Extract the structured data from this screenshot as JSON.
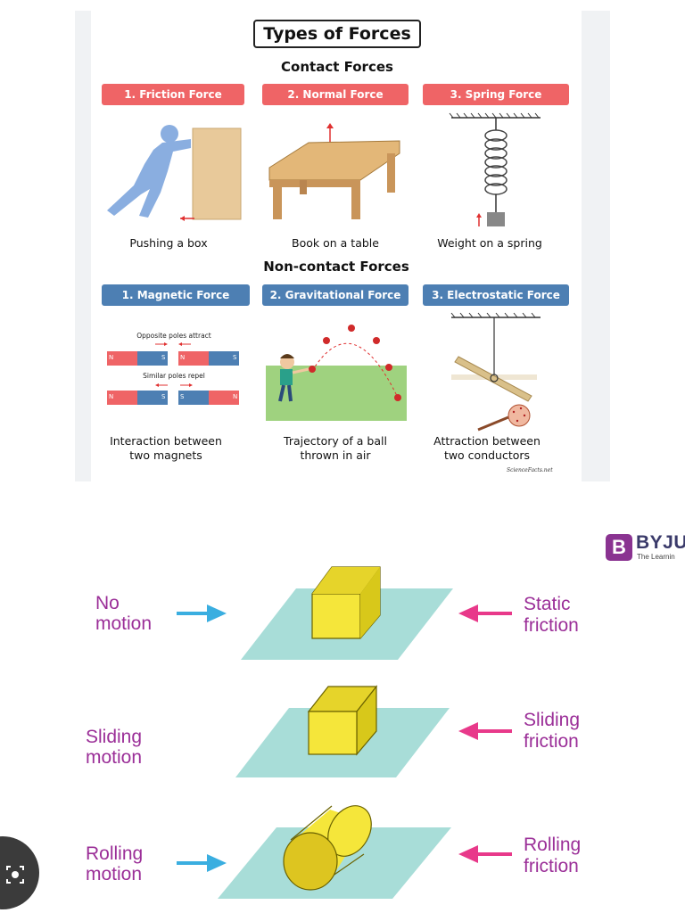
{
  "infographic": {
    "title": "Types of Forces",
    "contact_heading": "Contact Forces",
    "noncontact_heading": "Non-contact Forces",
    "contact": [
      {
        "label": "1. Friction Force",
        "caption": "Pushing a box"
      },
      {
        "label": "2. Normal Force",
        "caption": "Book on a table"
      },
      {
        "label": "3. Spring Force",
        "caption": "Weight on a spring"
      }
    ],
    "noncontact": [
      {
        "label": "1. Magnetic Force",
        "caption_l1": "Interaction between",
        "caption_l2": "two magnets"
      },
      {
        "label": "2. Gravitational Force",
        "caption_l1": "Trajectory of a ball",
        "caption_l2": "thrown in air"
      },
      {
        "label": "3. Electrostatic Force",
        "caption_l1": "Attraction between",
        "caption_l2": "two conductors"
      }
    ],
    "magnet_attract_text": "Opposite poles attract",
    "magnet_repel_text": "Similar poles repel",
    "pole_n": "N",
    "pole_s": "S",
    "credit": "ScienceFacts.net"
  },
  "friction_diagram": {
    "brand": "BYJU",
    "brand_sub": "The Learnin",
    "brand_initial": "B",
    "rows": [
      {
        "motion_l1": "No",
        "motion_l2": "motion",
        "friction_l1": "Static",
        "friction_l2": "friction"
      },
      {
        "motion_l1": "Sliding",
        "motion_l2": "motion",
        "friction_l1": "Sliding",
        "friction_l2": "friction"
      },
      {
        "motion_l1": "Rolling",
        "motion_l2": "motion",
        "friction_l1": "Rolling",
        "friction_l2": "friction"
      }
    ]
  },
  "colors": {
    "red_pill": "#ef6466",
    "blue_pill": "#4d7fb3",
    "purple_text": "#9b2f98",
    "arrow_blue": "#3aaee0",
    "arrow_pink": "#e8398a",
    "plane": "#a8ddd8",
    "box_yellow": "#f5e63a"
  },
  "icons": [
    "person-pushing-icon",
    "table-icon",
    "spring-icon",
    "magnet-icon",
    "ball-trajectory-icon",
    "electrostatic-icon",
    "image-search-icon"
  ]
}
